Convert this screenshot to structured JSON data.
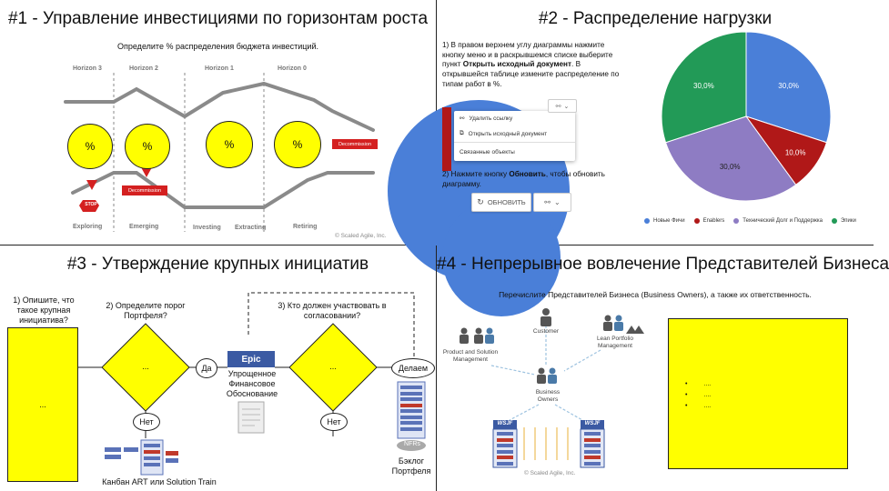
{
  "q1": {
    "title": "#1 - Управление инвестициями по горизонтам роста",
    "subtitle": "Определите % распределения бюджета инвестиций.",
    "horizons": [
      "Horizon 3",
      "Horizon 2",
      "Horizon 1",
      "Horizon 0"
    ],
    "stages": [
      "Exploring",
      "Emerging",
      "Investing",
      "Extracting",
      "Retiring"
    ],
    "circle_labels": [
      "%",
      "%",
      "%",
      "%"
    ],
    "decommission_label": "Decommission",
    "stop_label": "STOP",
    "copyright": "© Scaled Agile, Inc."
  },
  "q2": {
    "title": "#2 - Распределение нагрузки",
    "step1_a": "1) В правом верхнем углу диаграммы нажмите кнопку меню и в раскрывшемся списке выберите пункт ",
    "step1_bold": "Открыть исходный документ",
    "step1_b": ". В открывшейся таблице измените распределение по типам работ в %.",
    "menu_items": [
      "Удалить ссылку",
      "Открыть исходный документ",
      "Связанные объекты"
    ],
    "step2_a": "2) Нажмите кнопку ",
    "step2_bold": "Обновить",
    "step2_b": ", чтобы обновить диаграмму.",
    "refresh_label": "ОБНОВИТЬ",
    "chart_data": {
      "type": "pie",
      "categories": [
        "Новые Фичи",
        "Enablers",
        "Технический Долг и Поддержка",
        "Эпики"
      ],
      "values": [
        30,
        10,
        30,
        30
      ],
      "data_labels": [
        "30,0%",
        "10,0%",
        "30,0%",
        "30,0%"
      ],
      "colors": [
        "#4a7fd8",
        "#b01818",
        "#8e7cc3",
        "#229a57"
      ],
      "legend_position": "bottom"
    }
  },
  "q3": {
    "title": "#3 - Утверждение крупных инициатив",
    "q_1": "1) Опишите, что такое крупная инициатива?",
    "q_2": "2) Определите порог Портфеля?",
    "q_3": "3) Кто должен участвовать в согласовании?",
    "box_text": "...",
    "diamond1_text": "...",
    "diamond2_text": "...",
    "yes_label": "Да",
    "no_label_1": "Нет",
    "no_label_2": "Нет",
    "do_label": "Делаем",
    "epic_label": "Epic",
    "epic_caption": "Упрощенное Финансовое Обоснование",
    "kanban_caption": "Канбан ART или Solution Train",
    "nfr_label": "NFRs",
    "backlog_caption": "Бэклог Портфеля"
  },
  "q4": {
    "title": "#4 - Непрерывное вовлечение Представителей Бизнеса",
    "subtitle": "Перечислите Представителей Бизнеса (Business Owners), а также их ответственность.",
    "roles": [
      "Customer",
      "Product and Solution Management",
      "Lean Portfolio Management",
      "Business Owners"
    ],
    "wsjf_label": "WSJF",
    "copyright": "© Scaled Agile, Inc.",
    "bullets": [
      "....",
      "....",
      "...."
    ]
  }
}
